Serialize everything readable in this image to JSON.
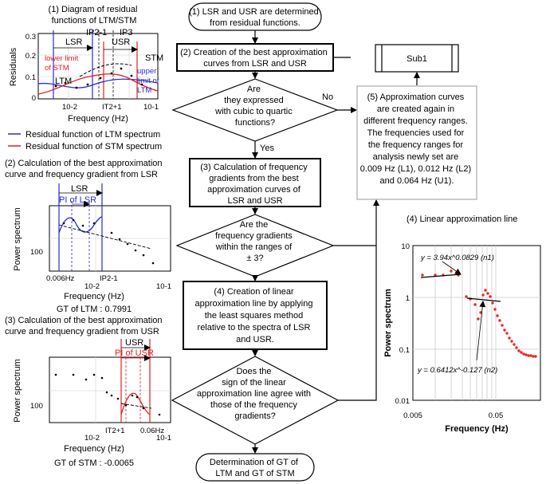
{
  "flow": {
    "start": [
      "(1) LSR and USR are determined",
      "from residual functions."
    ],
    "step2": [
      "(2) Creation of the best approximation",
      "curves from LSR and USR"
    ],
    "decision1": [
      "Are",
      "they expressed",
      "with cubic to quartic",
      "functions?"
    ],
    "no_label": "No",
    "yes_label": "Yes",
    "step3": [
      "(3) Calculation of frequency",
      "gradients from the best",
      "approximation curves of",
      "LSR and USR"
    ],
    "decision2": [
      "Are the",
      "frequency gradients",
      "within the ranges of",
      "± 3?"
    ],
    "step4": [
      "(4) Creation of linear",
      "approximation line by applying",
      "the least squares method",
      "relative to the spectra of LSR",
      "and USR."
    ],
    "decision3": [
      "Does the",
      "sign of the linear",
      "approximation line agree with",
      "those of the frequency",
      "gradients?"
    ],
    "end": [
      "Determination of GT of",
      "LTM and GT of STM"
    ],
    "sub1": "Sub1",
    "step5": [
      "(5) Approximation curves",
      "are created again in",
      "different frequency ranges.",
      "The frequencies used for",
      "the frequency ranges for",
      "analysis newly set are",
      "0.009 Hz (L1), 0.012 Hz (L2)",
      "and 0.064 Hz (U1)."
    ]
  },
  "panel1": {
    "title": [
      "(1) Diagram of residual",
      "functions of LTM/STM"
    ],
    "ylabel": "Residuals",
    "xlabel": "Frequency (Hz)",
    "yticks": [
      "0.3",
      "0.2",
      "0.1",
      "0"
    ],
    "xticks": [
      "10-2",
      "10-1"
    ],
    "labels": {
      "lsr": "LSR",
      "usr": "USR",
      "ip2": "IP2-1",
      "ip3": "IP3",
      "it2": "IT2+1",
      "stm": "STM",
      "ltm": "LTM",
      "lower": [
        "lower limit",
        "of STM"
      ],
      "upper": [
        "upper",
        "limit of",
        "LTM"
      ]
    },
    "legend": [
      "Residual function of LTM spectrum",
      "Residual function of STM spectrum"
    ],
    "colors": {
      "ltm": "#2b2bd6",
      "stm": "#e02020"
    }
  },
  "panel2": {
    "title": [
      "(2) Calculation of the best approximation",
      "curve and frequency gradient from LSR"
    ],
    "ylabel": "Power spectrum",
    "xlabel": "Frequency (Hz)",
    "lsr": "LSR",
    "pi": "PI of LSR",
    "ytick": "100",
    "xticks": [
      "0.006Hz",
      "10-2",
      "IP2-1",
      "10-1"
    ],
    "gt": "GT of LTM : 0.7991"
  },
  "panel3": {
    "title": [
      "(3) Calculation of the best approximation",
      "curve and frequency gradient from USR"
    ],
    "ylabel": "Power spectrum",
    "xlabel": "Frequency (Hz)",
    "usr": "USR",
    "pi": "PI of USR",
    "ytick": "100",
    "xticks": [
      "10-2",
      "IT2+1",
      "0.06Hz",
      "10-1"
    ],
    "gt": "GT of STM : -0.0065"
  },
  "panel4": {
    "title": "(4) Linear approximation line",
    "ylabel": "Power spectrum",
    "xlabel": "Frequency (Hz)",
    "yticks": [
      "10",
      "1",
      "0.1",
      "0.01"
    ],
    "xticks": [
      "0.005",
      "0.05"
    ],
    "eq1": "y = 3.94x^0.0829 (n1)",
    "eq2": "y = 0.6412x^-0.127 (n2)"
  }
}
